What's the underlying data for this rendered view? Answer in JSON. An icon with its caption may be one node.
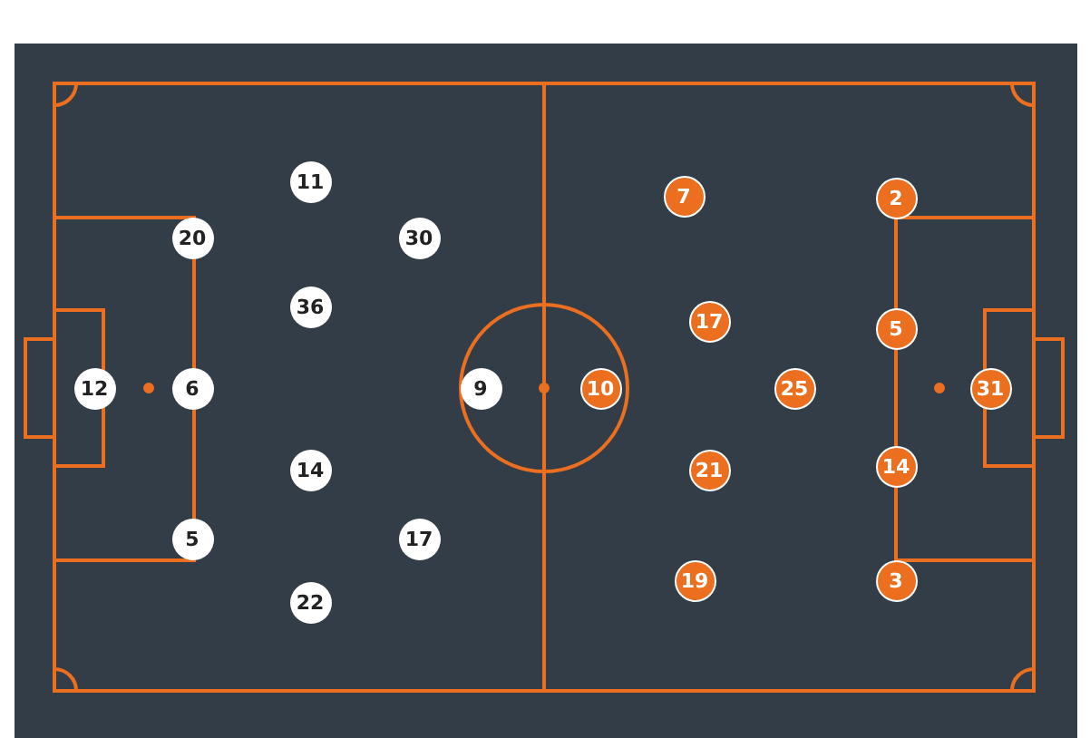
{
  "diagram": {
    "nodes": [
      {
        "text": [
          "11"
        ]
      },
      {
        "text": [
          "20"
        ]
      },
      {
        "text": [
          "30"
        ]
      },
      {
        "text": [
          "36"
        ]
      },
      {
        "text": [
          "12"
        ]
      },
      {
        "text": [
          "6"
        ]
      },
      {
        "text": [
          "9"
        ]
      },
      {
        "text": [
          "14"
        ]
      },
      {
        "text": [
          "5"
        ]
      },
      {
        "text": [
          "17"
        ]
      },
      {
        "text": [
          "22"
        ]
      },
      {
        "text": [
          "7"
        ]
      },
      {
        "text": [
          "2"
        ]
      },
      {
        "text": [
          "17"
        ]
      },
      {
        "text": [
          "5"
        ]
      },
      {
        "text": [
          "10"
        ]
      },
      {
        "text": [
          "25"
        ]
      },
      {
        "text": [
          "31"
        ]
      },
      {
        "text": [
          "21"
        ]
      },
      {
        "text": [
          "14"
        ]
      },
      {
        "text": [
          "19"
        ]
      },
      {
        "text": [
          "3"
        ]
      }
    ]
  }
}
